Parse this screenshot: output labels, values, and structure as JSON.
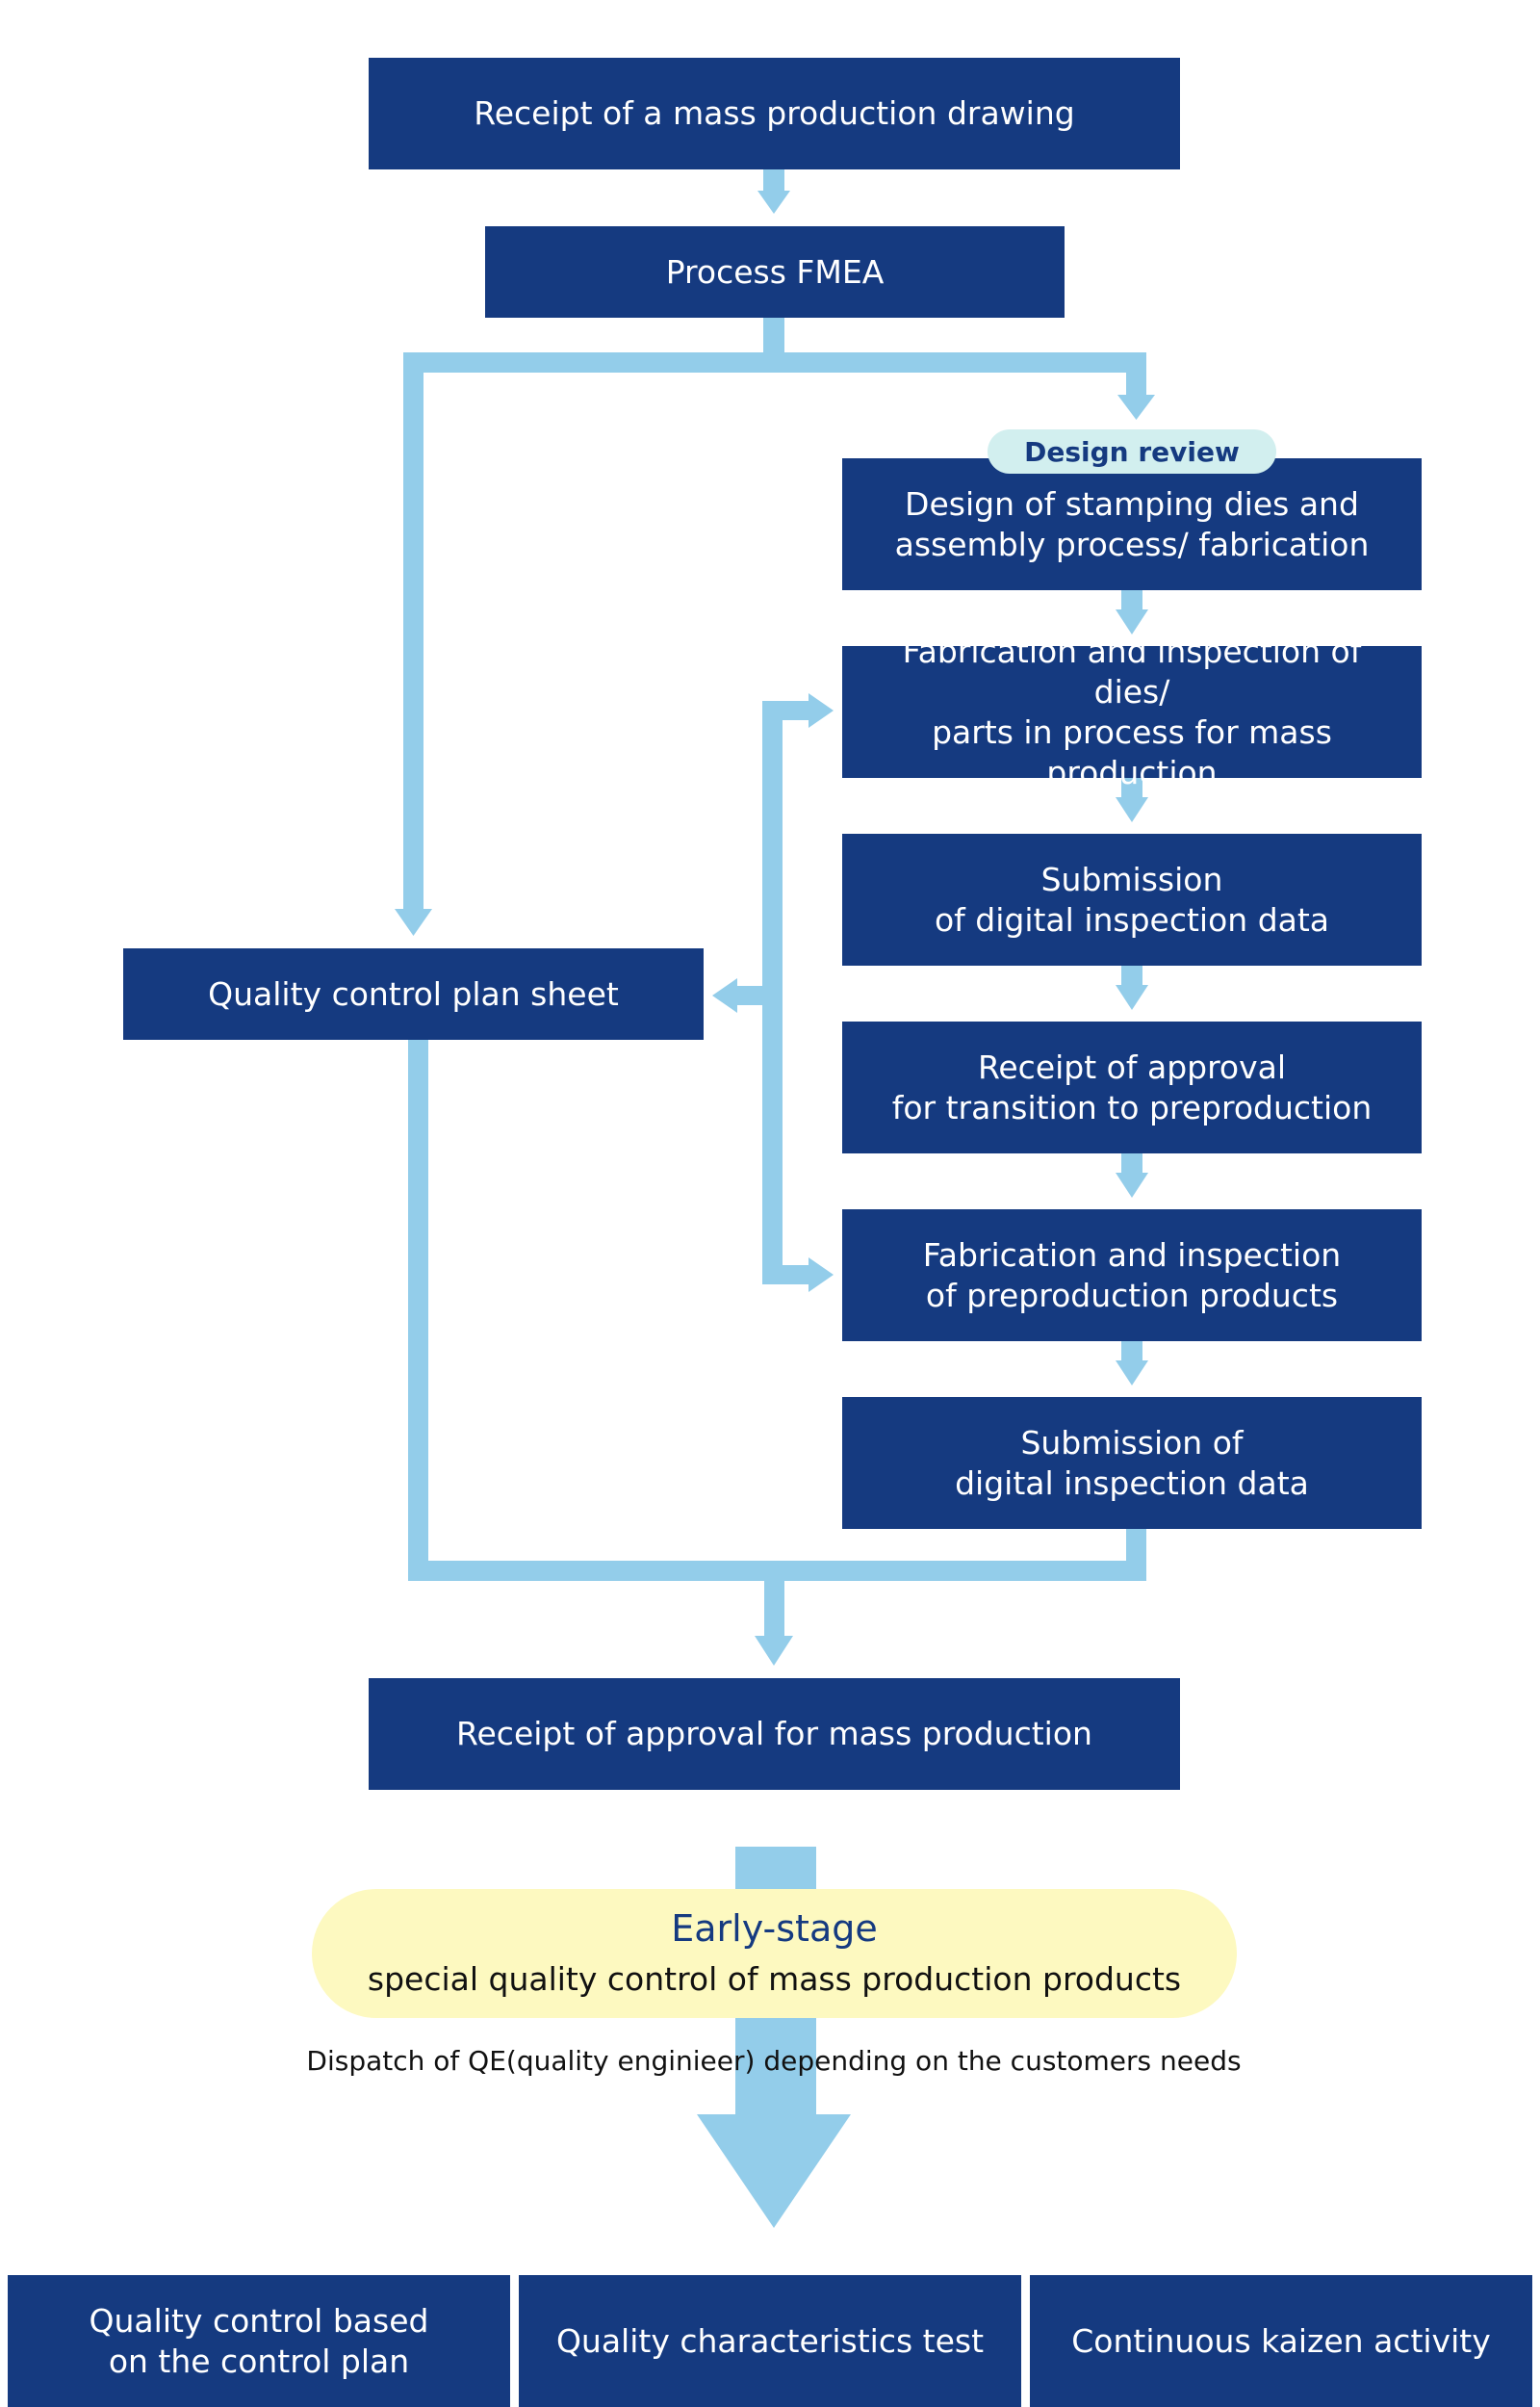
{
  "colors": {
    "box": "#153a80",
    "connector": "#93cdea",
    "pill": "#d2efef",
    "oval": "#fdf9c0"
  },
  "boxes": {
    "receipt_drawing": "Receipt of a mass production drawing",
    "process_fmea": "Process FMEA",
    "design_review": "Design review",
    "design_dies": "Design of stamping dies and\nassembly process/ fabrication",
    "fabrication_dies": "Fabrication and inspection of dies/\nparts in process for mass production",
    "submission_1": "Submission\nof digital inspection data",
    "receipt_preproduction": "Receipt of approval\nfor transition to preproduction",
    "fabrication_preproduction": "Fabrication and inspection\nof preproduction products",
    "submission_2": "Submission of\ndigital inspection data",
    "quality_plan": "Quality control plan sheet",
    "approval_mass": "Receipt of approval for mass production"
  },
  "early_stage": {
    "title": "Early-stage",
    "subtitle": "special quality control of mass production products",
    "note": "Dispatch of QE(quality enginieer) depending on the customers needs"
  },
  "bottom": {
    "item1": "Quality control based\non the control plan",
    "item2": "Quality characteristics test",
    "item3": "Continuous kaizen activity"
  }
}
